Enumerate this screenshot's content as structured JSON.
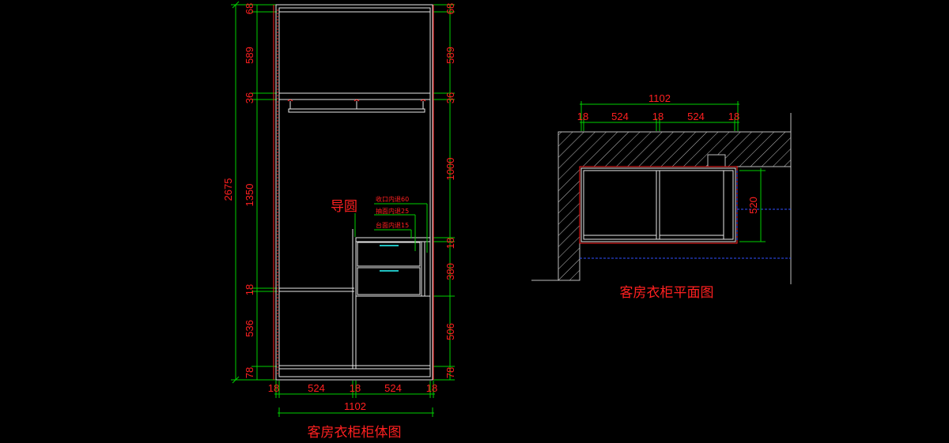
{
  "colors": {
    "background": "#000000",
    "dimension_green": "#00d000",
    "dimension_text_red": "#ff2020",
    "cabinet_white": "#e8e8e8",
    "hidden_blue": "#3050ff",
    "hatch_white": "#bdbdbd",
    "accent_cyan": "#20c0c0"
  },
  "elevation": {
    "title": "客房衣柜柜体图",
    "overall_height": "2675",
    "left_heights": [
      "68",
      "589",
      "36",
      "1350",
      "18",
      "536",
      "78"
    ],
    "right_heights": [
      "68",
      "589",
      "36",
      "1000",
      "18",
      "380",
      "506",
      "78"
    ],
    "bottom_widths": [
      "18",
      "524",
      "18",
      "524",
      "18"
    ],
    "overall_width": "1102",
    "label_guide": "导圆",
    "notes": [
      "收口内退60",
      "抽面内退25",
      "台面内退15"
    ]
  },
  "plan": {
    "title": "客房衣柜平面图",
    "overall_width": "1102",
    "top_widths": [
      "18",
      "524",
      "18",
      "524",
      "18"
    ],
    "depth": "520"
  }
}
